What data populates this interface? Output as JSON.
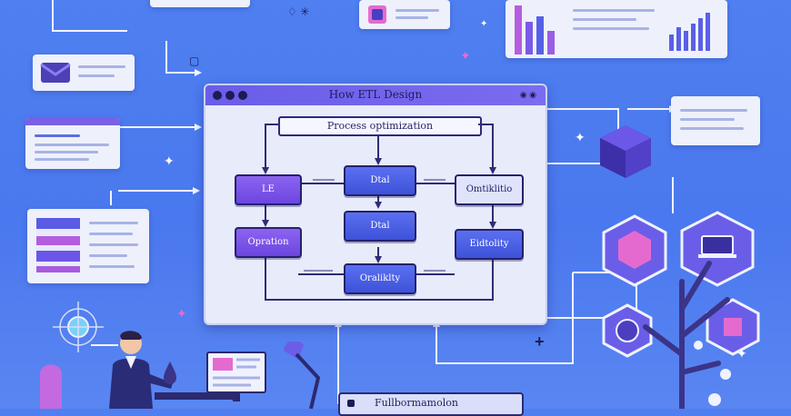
{
  "main_window": {
    "title": "How ETL Design",
    "banner": "Process optimization"
  },
  "nodes": [
    {
      "id": "n1",
      "label": "LE"
    },
    {
      "id": "n2",
      "label": "Opration"
    },
    {
      "id": "n3",
      "label": "Dtal"
    },
    {
      "id": "n4",
      "label": "Dtal"
    },
    {
      "id": "n5",
      "label": "Oraliklty"
    },
    {
      "id": "n6",
      "label": "Omtiklitio"
    },
    {
      "id": "n7",
      "label": "Eidtolity"
    }
  ],
  "bottom_banner": {
    "label": "Fullbormamolon"
  },
  "colors": {
    "background": "#4f7ff0",
    "node_purple": "#7a52e8",
    "node_blue": "#4a5fe4",
    "titlebar": "#6a5de8",
    "accent_pink": "#e56ad0"
  }
}
